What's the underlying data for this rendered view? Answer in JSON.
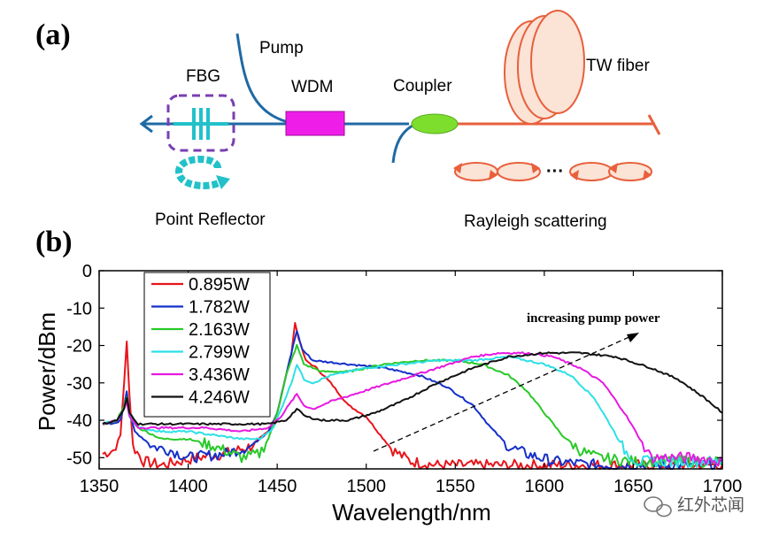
{
  "panel_a_label": "(a)",
  "panel_b_label": "(b)",
  "diagram": {
    "pump": "Pump",
    "fbg": "FBG",
    "wdm": "WDM",
    "coupler": "Coupler",
    "tw_fiber": "TW fiber",
    "point_reflector": "Point Reflector",
    "rayleigh": "Rayleigh scattering",
    "ellipsis": "···",
    "colors": {
      "fiber": "#1f6aa5",
      "fbg": "#22c1c9",
      "wdm": "#ee1ee8",
      "coupler": "#7dde2e",
      "tw_fiber": "#e8603c",
      "dashed_box": "#7a3fb2"
    }
  },
  "annotation": "increasing pump power",
  "watermark": "红外芯闻",
  "chart_data": {
    "type": "line",
    "xlabel": "Wavelength/nm",
    "ylabel": "Power/dBm",
    "xlim": [
      1350,
      1700
    ],
    "ylim": [
      -53,
      0
    ],
    "xticks": [
      1350,
      1400,
      1450,
      1500,
      1550,
      1600,
      1650,
      1700
    ],
    "yticks": [
      0,
      -10,
      -20,
      -30,
      -40,
      -50
    ],
    "legend_position": "top-left",
    "grid": false,
    "series": [
      {
        "name": "0.895W",
        "color": "#e8141b",
        "points": [
          [
            1352,
            -49
          ],
          [
            1358,
            -48
          ],
          [
            1362,
            -44
          ],
          [
            1364,
            -30
          ],
          [
            1365.5,
            -19
          ],
          [
            1367,
            -33
          ],
          [
            1369,
            -47
          ],
          [
            1375,
            -51
          ],
          [
            1385,
            -52
          ],
          [
            1395,
            -51
          ],
          [
            1405,
            -50
          ],
          [
            1420,
            -49
          ],
          [
            1435,
            -47
          ],
          [
            1445,
            -43
          ],
          [
            1450,
            -38
          ],
          [
            1455,
            -28
          ],
          [
            1458,
            -22
          ],
          [
            1460,
            -14
          ],
          [
            1462,
            -18
          ],
          [
            1466,
            -24
          ],
          [
            1472,
            -26
          ],
          [
            1480,
            -30
          ],
          [
            1490,
            -36
          ],
          [
            1500,
            -39
          ],
          [
            1508,
            -44
          ],
          [
            1515,
            -48
          ],
          [
            1525,
            -51
          ],
          [
            1540,
            -52
          ],
          [
            1570,
            -52
          ],
          [
            1600,
            -52
          ],
          [
            1660,
            -52
          ],
          [
            1690,
            -52
          ],
          [
            1700,
            -52
          ]
        ]
      },
      {
        "name": "1.782W",
        "color": "#1530c8",
        "points": [
          [
            1352,
            -41
          ],
          [
            1358,
            -41
          ],
          [
            1362,
            -40
          ],
          [
            1364,
            -36
          ],
          [
            1365.5,
            -32
          ],
          [
            1367,
            -38
          ],
          [
            1370,
            -43
          ],
          [
            1380,
            -47
          ],
          [
            1390,
            -48
          ],
          [
            1400,
            -50
          ],
          [
            1420,
            -49
          ],
          [
            1435,
            -47
          ],
          [
            1445,
            -43
          ],
          [
            1450,
            -38
          ],
          [
            1455,
            -28
          ],
          [
            1458,
            -22
          ],
          [
            1461,
            -16
          ],
          [
            1464,
            -21
          ],
          [
            1470,
            -24
          ],
          [
            1490,
            -25
          ],
          [
            1510,
            -26
          ],
          [
            1530,
            -28
          ],
          [
            1545,
            -31
          ],
          [
            1560,
            -36
          ],
          [
            1570,
            -42
          ],
          [
            1580,
            -47
          ],
          [
            1590,
            -49
          ],
          [
            1605,
            -51
          ],
          [
            1630,
            -52
          ],
          [
            1700,
            -52
          ]
        ]
      },
      {
        "name": "2.163W",
        "color": "#28c928",
        "points": [
          [
            1352,
            -41
          ],
          [
            1360,
            -40
          ],
          [
            1364,
            -36
          ],
          [
            1365.5,
            -34
          ],
          [
            1367,
            -38
          ],
          [
            1372,
            -42
          ],
          [
            1385,
            -45
          ],
          [
            1400,
            -45
          ],
          [
            1415,
            -47
          ],
          [
            1430,
            -50
          ],
          [
            1440,
            -49
          ],
          [
            1445,
            -45
          ],
          [
            1450,
            -38
          ],
          [
            1455,
            -28
          ],
          [
            1458,
            -24
          ],
          [
            1461,
            -20
          ],
          [
            1465,
            -25
          ],
          [
            1475,
            -27
          ],
          [
            1490,
            -27
          ],
          [
            1510,
            -25
          ],
          [
            1530,
            -24
          ],
          [
            1550,
            -24
          ],
          [
            1565,
            -25
          ],
          [
            1580,
            -28
          ],
          [
            1590,
            -32
          ],
          [
            1600,
            -38
          ],
          [
            1610,
            -44
          ],
          [
            1620,
            -48
          ],
          [
            1630,
            -50
          ],
          [
            1650,
            -51
          ],
          [
            1700,
            -51
          ]
        ]
      },
      {
        "name": "2.799W",
        "color": "#2de0e6",
        "points": [
          [
            1352,
            -41
          ],
          [
            1360,
            -40
          ],
          [
            1364,
            -37
          ],
          [
            1365.5,
            -35
          ],
          [
            1367,
            -39
          ],
          [
            1372,
            -42
          ],
          [
            1385,
            -43
          ],
          [
            1400,
            -43
          ],
          [
            1415,
            -44
          ],
          [
            1430,
            -45
          ],
          [
            1440,
            -45
          ],
          [
            1448,
            -42
          ],
          [
            1453,
            -36
          ],
          [
            1458,
            -30
          ],
          [
            1461,
            -25
          ],
          [
            1465,
            -29
          ],
          [
            1470,
            -30
          ],
          [
            1480,
            -28
          ],
          [
            1500,
            -26
          ],
          [
            1520,
            -25
          ],
          [
            1540,
            -24
          ],
          [
            1560,
            -24
          ],
          [
            1580,
            -23
          ],
          [
            1600,
            -25
          ],
          [
            1615,
            -28
          ],
          [
            1628,
            -34
          ],
          [
            1638,
            -42
          ],
          [
            1645,
            -48
          ],
          [
            1652,
            -51
          ],
          [
            1700,
            -51
          ]
        ]
      },
      {
        "name": "3.436W",
        "color": "#e619e0",
        "points": [
          [
            1352,
            -41
          ],
          [
            1360,
            -40
          ],
          [
            1364,
            -37
          ],
          [
            1365.5,
            -35
          ],
          [
            1367,
            -39
          ],
          [
            1372,
            -42
          ],
          [
            1390,
            -42
          ],
          [
            1410,
            -42
          ],
          [
            1430,
            -43
          ],
          [
            1445,
            -42
          ],
          [
            1452,
            -39
          ],
          [
            1458,
            -35
          ],
          [
            1461,
            -33
          ],
          [
            1465,
            -36
          ],
          [
            1470,
            -37
          ],
          [
            1480,
            -35
          ],
          [
            1500,
            -32
          ],
          [
            1520,
            -29
          ],
          [
            1540,
            -26
          ],
          [
            1560,
            -23
          ],
          [
            1575,
            -22
          ],
          [
            1590,
            -22
          ],
          [
            1605,
            -23
          ],
          [
            1620,
            -26
          ],
          [
            1633,
            -30
          ],
          [
            1645,
            -38
          ],
          [
            1655,
            -46
          ],
          [
            1660,
            -50
          ],
          [
            1668,
            -50
          ],
          [
            1685,
            -50
          ],
          [
            1700,
            -51
          ]
        ]
      },
      {
        "name": "4.246W",
        "color": "#111111",
        "points": [
          [
            1352,
            -41
          ],
          [
            1360,
            -40
          ],
          [
            1364,
            -37
          ],
          [
            1365.5,
            -34
          ],
          [
            1367,
            -38
          ],
          [
            1372,
            -41
          ],
          [
            1390,
            -41
          ],
          [
            1410,
            -41
          ],
          [
            1430,
            -41
          ],
          [
            1445,
            -41
          ],
          [
            1455,
            -40
          ],
          [
            1461,
            -37
          ],
          [
            1466,
            -39
          ],
          [
            1475,
            -40
          ],
          [
            1490,
            -40
          ],
          [
            1505,
            -38
          ],
          [
            1520,
            -35
          ],
          [
            1540,
            -30
          ],
          [
            1560,
            -26
          ],
          [
            1580,
            -23
          ],
          [
            1600,
            -22
          ],
          [
            1620,
            -22
          ],
          [
            1640,
            -23
          ],
          [
            1660,
            -26
          ],
          [
            1675,
            -29
          ],
          [
            1690,
            -34
          ],
          [
            1700,
            -38
          ]
        ]
      }
    ]
  }
}
